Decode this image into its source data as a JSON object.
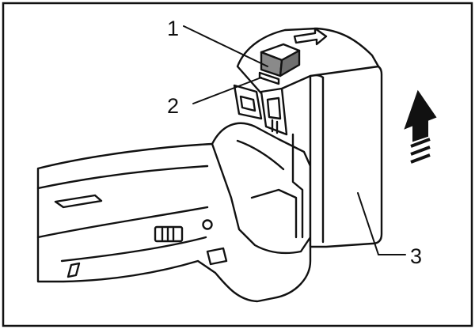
{
  "callouts": {
    "label_1": "1",
    "label_2": "2",
    "label_3": "3"
  },
  "icons": {
    "direction_arrow": "arrow-up-icon"
  },
  "colors": {
    "line": "#111111",
    "background": "#ffffff",
    "tab_fill": "#8a8a8a"
  }
}
